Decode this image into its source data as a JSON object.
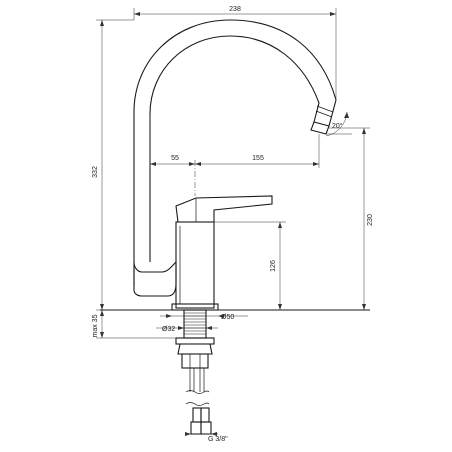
{
  "drawing": {
    "subject": "kitchen faucet technical dimension drawing",
    "dimensions": {
      "total_width": "238",
      "total_height": "332",
      "spout_outlet_height": "230",
      "lever_to_body": "55",
      "body_to_spout": "155",
      "body_height": "126",
      "countertop_thickness": "max 35",
      "base_diameter": "Ø50",
      "shank_diameter": "Ø32",
      "connection_thread": "G 3/8\"",
      "outlet_angle": "20°"
    },
    "colors": {
      "line": "#1a1a1a",
      "dimension_line": "#333333",
      "background": "#ffffff"
    }
  }
}
